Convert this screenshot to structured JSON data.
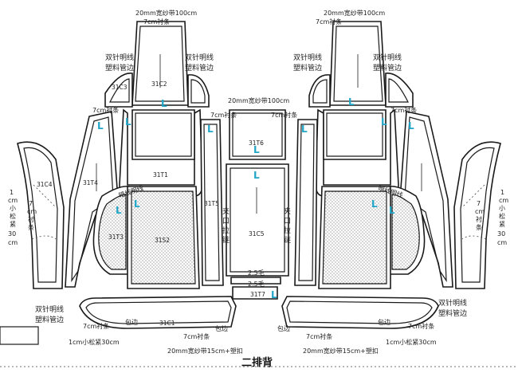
{
  "title": "二排背",
  "labels": {
    "tape_top_left": "20mm宽纱带100cm",
    "strip_top_left": "7cm衬条",
    "tape_top_right": "20mm宽纱带100cm",
    "strip_top_right": "7cm衬条",
    "stitch_l1": "双针明线",
    "stitch_l2": "塑料管边",
    "stitch_r1": "双针明线",
    "stitch_r2": "塑料管边",
    "tape_center": "20mm宽纱带100cm",
    "strip_l": "7cm衬条",
    "strip_cl": "7cm衬条",
    "strip_cr": "7cm衬条",
    "strip_r": "7cm衬条",
    "side_l": [
      "1",
      "cm",
      "小",
      "松",
      "紧",
      "30",
      "cm"
    ],
    "side_l2": [
      "7",
      "cm",
      "衬",
      "条"
    ],
    "side_r": [
      "1",
      "cm",
      "小",
      "松",
      "紧",
      "30",
      "cm"
    ],
    "side_r2": [
      "7",
      "cm",
      "衬",
      "条"
    ],
    "hidden_seam": "暗线明线",
    "zip_l": [
      "夹",
      "口",
      "拉",
      "链"
    ],
    "zip_r": [
      "夹",
      "口",
      "拉",
      "链"
    ],
    "mark_25a": "2.5毛",
    "mark_25b": "2.5毛",
    "stitch_bl1": "双针明线",
    "stitch_bl2": "塑料管边",
    "stitch_br1": "双针明线",
    "stitch_br2": "塑料管边",
    "strip_bl": "7cm衬条",
    "wrap_l": "包边",
    "strip_bc_l": "7cm衬条",
    "wrap_cl": "包边",
    "wrap_cr": "包边",
    "strip_bc_r": "7cm衬条",
    "wrap_r": "包边",
    "strip_br": "7cm衬条",
    "elastic_bl": "1cm小松紧30cm",
    "elastic_br": "1cm小松紧30cm",
    "tape_bottom_l": "20mm宽纱带15cm+塑扣",
    "tape_bottom_r": "20mm宽纱带15cm+塑扣"
  },
  "parts": {
    "c2": "31C2",
    "c3": "31C3",
    "c4": "31C4",
    "t4": "31T4",
    "t1": "31T1",
    "t5": "31T5",
    "t6": "31T6",
    "t3": "31T3",
    "s2": "31S2",
    "c5": "31C5",
    "t7": "31T7",
    "c1": "31C1"
  },
  "grain_mark": "L",
  "colors": {
    "outline": "#1a1a1a",
    "grain_mark": "#22a6c8",
    "background": "#ffffff"
  }
}
